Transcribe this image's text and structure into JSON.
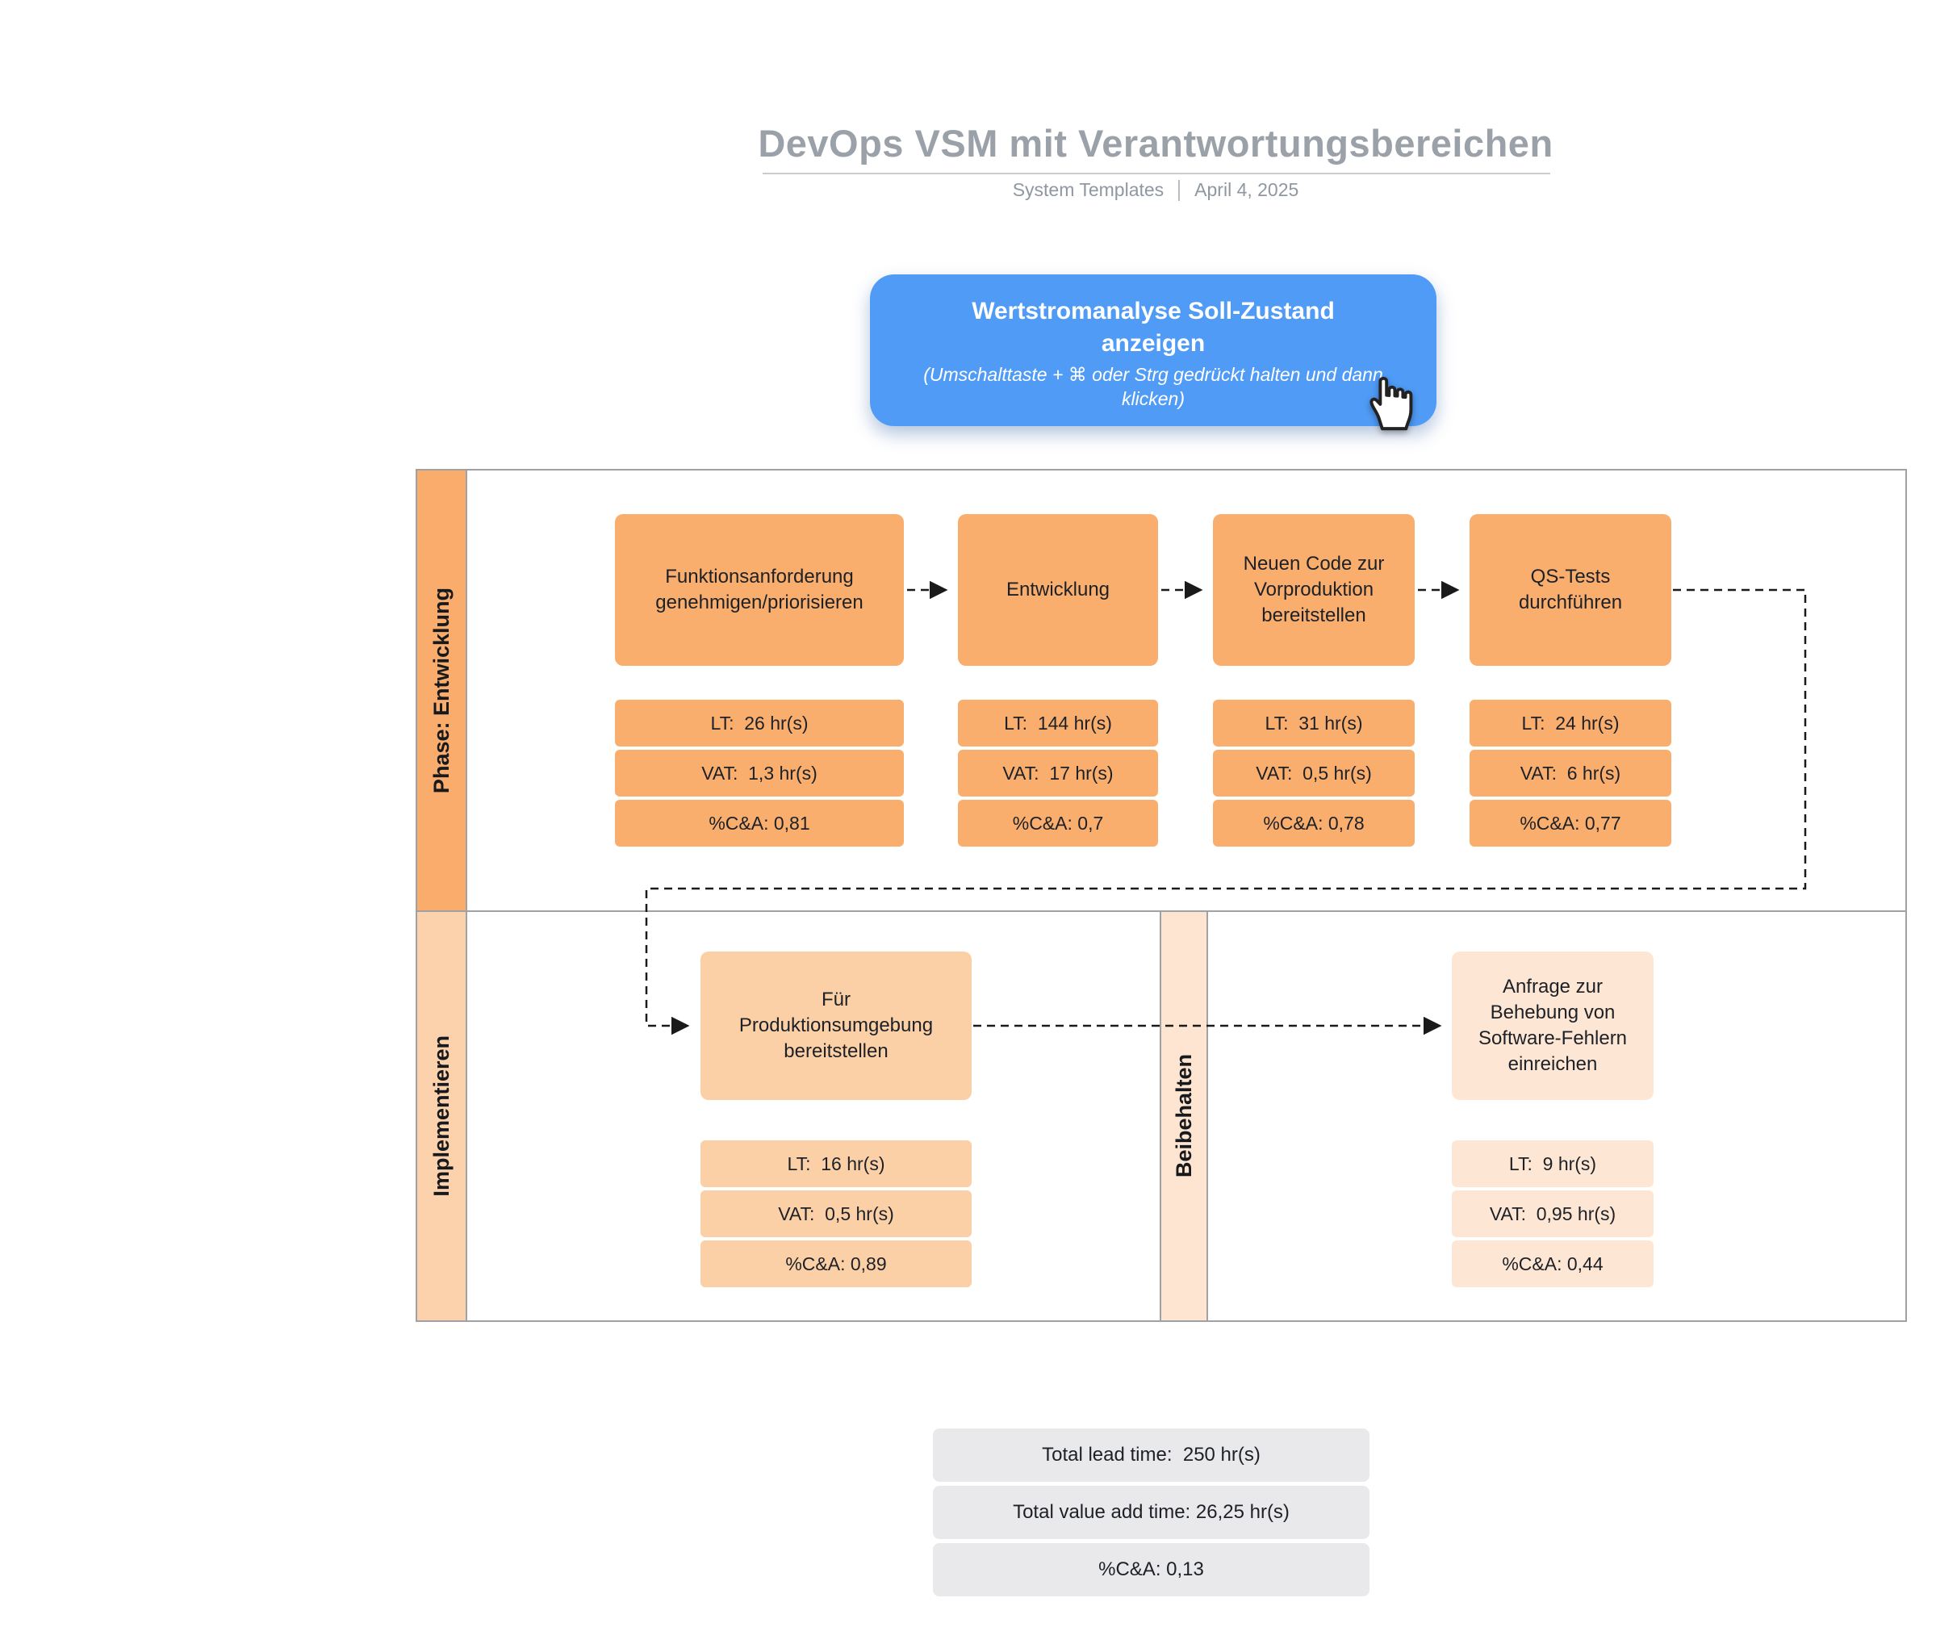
{
  "header": {
    "title": "DevOps VSM mit Verantwortungsbereichen",
    "source": "System Templates",
    "date": "April 4, 2025"
  },
  "callout": {
    "title": "Wertstromanalyse Soll-Zustand anzeigen",
    "hint": "(Umschalttaste + ⌘ oder Strg gedrückt halten und dann klicken)"
  },
  "lanes": {
    "development": "Phase: Entwicklung",
    "implement": "Implementieren",
    "maintain": "Beibehalten"
  },
  "processes": [
    {
      "label": "Funktionsanforderung genehmigen/priorisieren",
      "lt": "LT:  26 hr(s)",
      "vat": "VAT:  1,3 hr(s)",
      "ca": "%C&A: 0,81"
    },
    {
      "label": "Entwicklung",
      "lt": "LT:  144 hr(s)",
      "vat": "VAT:  17 hr(s)",
      "ca": "%C&A: 0,7"
    },
    {
      "label": "Neuen Code zur Vorproduktion bereitstellen",
      "lt": "LT:  31 hr(s)",
      "vat": "VAT:  0,5 hr(s)",
      "ca": "%C&A: 0,78"
    },
    {
      "label": "QS-Tests durchführen",
      "lt": "LT:  24 hr(s)",
      "vat": "VAT:  6 hr(s)",
      "ca": "%C&A: 0,77"
    },
    {
      "label": "Für Produktionsumgebung bereitstellen",
      "lt": "LT:  16 hr(s)",
      "vat": "VAT:  0,5 hr(s)",
      "ca": "%C&A: 0,89"
    },
    {
      "label": "Anfrage zur Behebung von Software-Fehlern einreichen",
      "lt": "LT:  9 hr(s)",
      "vat": "VAT:  0,95 hr(s)",
      "ca": "%C&A: 0,44"
    }
  ],
  "summary": {
    "lead_time": "Total lead time:  250 hr(s)",
    "value_add_time": "Total value add time: 26,25 hr(s)",
    "ca": "%C&A: 0,13"
  },
  "colors": {
    "accent_blue": "#4F9BF6",
    "lane_development": "#F9AC6C",
    "lane_implement": "#FBD2AB",
    "lane_maintain": "#FDE5D1",
    "process_dev": "#F9AE6D",
    "process_impl": "#FBD0A6",
    "process_maint": "#FDE7D4",
    "summary_bg": "#E9E9EB",
    "title_gray": "#9AA1A9"
  }
}
